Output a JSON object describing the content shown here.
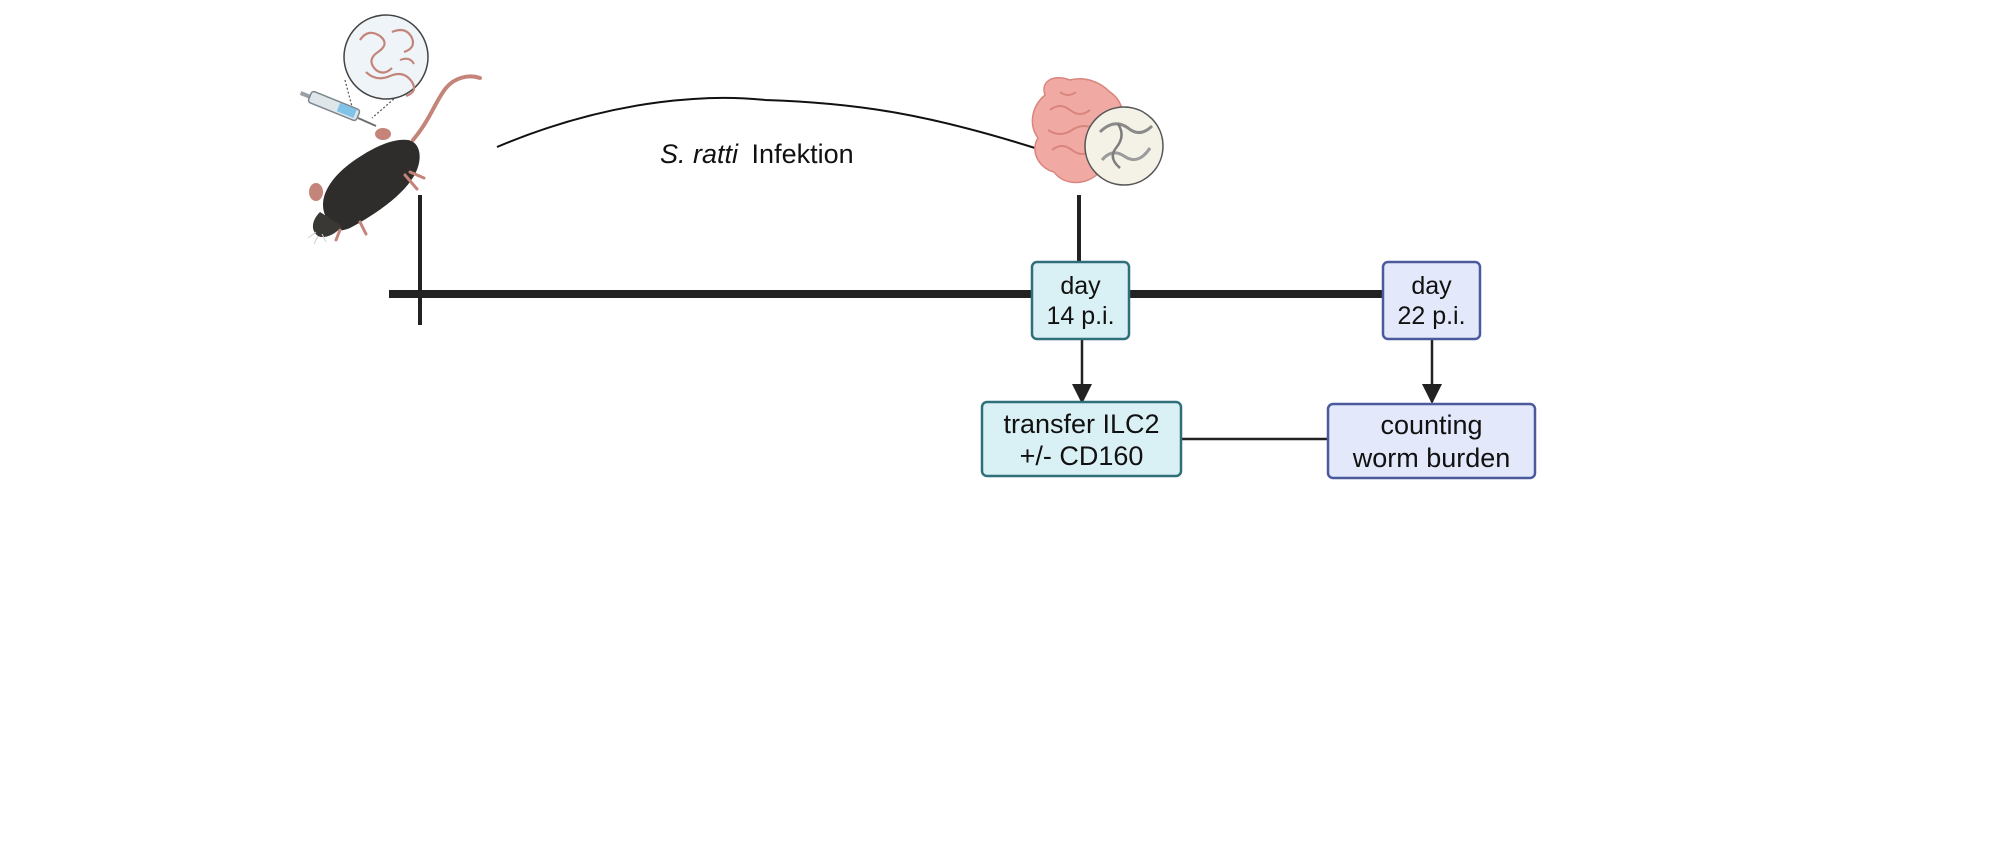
{
  "infection_label": {
    "species": "S. ratti",
    "word": "Infektion"
  },
  "boxes": {
    "day14": {
      "line1": "day",
      "line2": "14 p.i."
    },
    "day22": {
      "line1": "day",
      "line2": "22 p.i."
    },
    "transfer": {
      "line1": "transfer ILC2",
      "line2": "+/- CD160"
    },
    "counting": {
      "line1": "counting",
      "line2": "worm burden"
    }
  },
  "icons": {
    "mouse": "mouse-icon",
    "syringe": "syringe-icon",
    "larvae": "larvae-magnified-icon",
    "intestine": "intestine-icon",
    "worms": "adult-worms-magnified-icon"
  },
  "colors": {
    "timeline": "#222222",
    "teal_fill": "#d9f0f4",
    "teal_stroke": "#2f6f7a",
    "blue_fill": "#e3e8fa",
    "blue_stroke": "#4a5a9c",
    "mouse_body": "#2f2d2b",
    "mouse_pink": "#c48479",
    "intestine": "#f0a9a3"
  }
}
